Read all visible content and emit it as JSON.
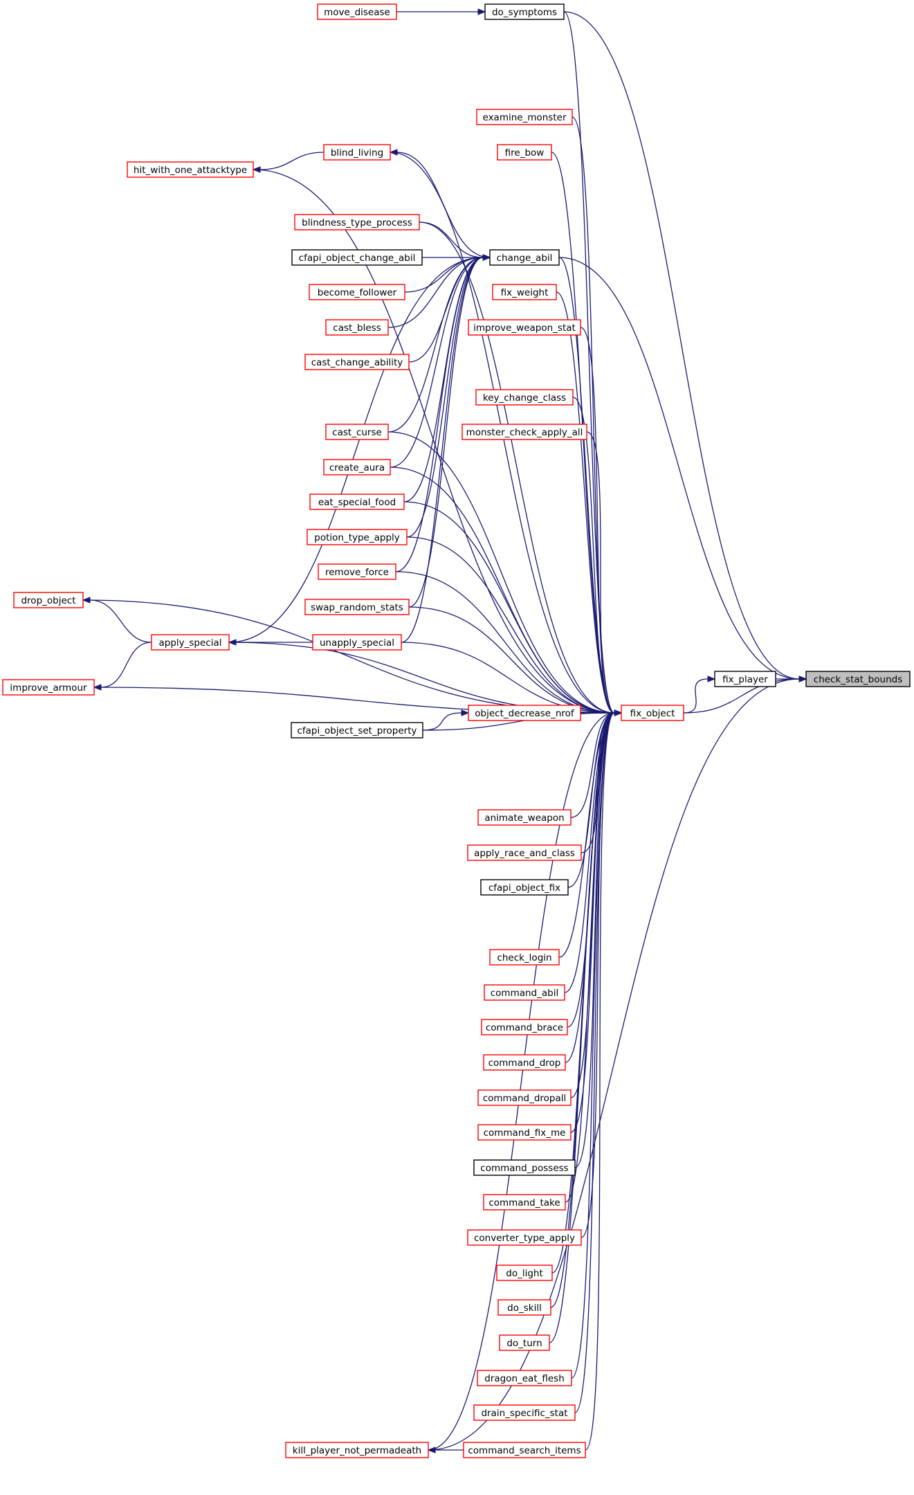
{
  "graph": {
    "nodes": [
      {
        "id": "check_stat_bounds",
        "label": "check_stat_bounds",
        "style": "root"
      },
      {
        "id": "fix_player",
        "label": "fix_player",
        "style": "black"
      },
      {
        "id": "fix_object",
        "label": "fix_object",
        "style": "red"
      },
      {
        "id": "do_symptoms",
        "label": "do_symptoms",
        "style": "black"
      },
      {
        "id": "move_disease",
        "label": "move_disease",
        "style": "red"
      },
      {
        "id": "change_abil",
        "label": "change_abil",
        "style": "black"
      },
      {
        "id": "object_decrease_nrof",
        "label": "object_decrease_nrof",
        "style": "red"
      },
      {
        "id": "command_search_items",
        "label": "command_search_items",
        "style": "red"
      },
      {
        "id": "kill_player_not_permadeath",
        "label": "kill_player_not_permadeath",
        "style": "red"
      },
      {
        "id": "drop_object",
        "label": "drop_object",
        "style": "red"
      },
      {
        "id": "blind_living",
        "label": "blind_living",
        "style": "red"
      },
      {
        "id": "hit_with_one_attacktype",
        "label": "hit_with_one_attacktype",
        "style": "red"
      },
      {
        "id": "examine_monster",
        "label": "examine_monster",
        "style": "red"
      },
      {
        "id": "fire_bow",
        "label": "fire_bow",
        "style": "red"
      },
      {
        "id": "blindness_type_process",
        "label": "blindness_type_process",
        "style": "red"
      },
      {
        "id": "cfapi_object_change_abil",
        "label": "cfapi_object_change_abil",
        "style": "black"
      },
      {
        "id": "become_follower",
        "label": "become_follower",
        "style": "red"
      },
      {
        "id": "fix_weight",
        "label": "fix_weight",
        "style": "red"
      },
      {
        "id": "cast_bless",
        "label": "cast_bless",
        "style": "red"
      },
      {
        "id": "improve_weapon_stat",
        "label": "improve_weapon_stat",
        "style": "red"
      },
      {
        "id": "cast_change_ability",
        "label": "cast_change_ability",
        "style": "red"
      },
      {
        "id": "key_change_class",
        "label": "key_change_class",
        "style": "red"
      },
      {
        "id": "cast_curse",
        "label": "cast_curse",
        "style": "red"
      },
      {
        "id": "monster_check_apply_all",
        "label": "monster_check_apply_all",
        "style": "red"
      },
      {
        "id": "create_aura",
        "label": "create_aura",
        "style": "red"
      },
      {
        "id": "eat_special_food",
        "label": "eat_special_food",
        "style": "red"
      },
      {
        "id": "potion_type_apply",
        "label": "potion_type_apply",
        "style": "red"
      },
      {
        "id": "remove_force",
        "label": "remove_force",
        "style": "red"
      },
      {
        "id": "swap_random_stats",
        "label": "swap_random_stats",
        "style": "red"
      },
      {
        "id": "apply_special",
        "label": "apply_special",
        "style": "red"
      },
      {
        "id": "unapply_special",
        "label": "unapply_special",
        "style": "red"
      },
      {
        "id": "improve_armour",
        "label": "improve_armour",
        "style": "red"
      },
      {
        "id": "cfapi_object_set_property",
        "label": "cfapi_object_set_property",
        "style": "black"
      },
      {
        "id": "animate_weapon",
        "label": "animate_weapon",
        "style": "red"
      },
      {
        "id": "apply_race_and_class",
        "label": "apply_race_and_class",
        "style": "red"
      },
      {
        "id": "cfapi_object_fix",
        "label": "cfapi_object_fix",
        "style": "black"
      },
      {
        "id": "check_login",
        "label": "check_login",
        "style": "red"
      },
      {
        "id": "command_abil",
        "label": "command_abil",
        "style": "red"
      },
      {
        "id": "command_brace",
        "label": "command_brace",
        "style": "red"
      },
      {
        "id": "command_drop",
        "label": "command_drop",
        "style": "red"
      },
      {
        "id": "command_dropall",
        "label": "command_dropall",
        "style": "red"
      },
      {
        "id": "command_fix_me",
        "label": "command_fix_me",
        "style": "red"
      },
      {
        "id": "command_possess",
        "label": "command_possess",
        "style": "black"
      },
      {
        "id": "command_take",
        "label": "command_take",
        "style": "red"
      },
      {
        "id": "converter_type_apply",
        "label": "converter_type_apply",
        "style": "red"
      },
      {
        "id": "do_light",
        "label": "do_light",
        "style": "red"
      },
      {
        "id": "do_skill",
        "label": "do_skill",
        "style": "red"
      },
      {
        "id": "do_turn",
        "label": "do_turn",
        "style": "red"
      },
      {
        "id": "dragon_eat_flesh",
        "label": "dragon_eat_flesh",
        "style": "red"
      },
      {
        "id": "drain_specific_stat",
        "label": "drain_specific_stat",
        "style": "red"
      }
    ],
    "edges": [
      {
        "from": "fix_player",
        "to": "check_stat_bounds"
      },
      {
        "from": "fix_object",
        "to": "check_stat_bounds"
      },
      {
        "from": "do_symptoms",
        "to": "check_stat_bounds"
      },
      {
        "from": "change_abil",
        "to": "check_stat_bounds"
      },
      {
        "from": "kill_player_not_permadeath",
        "to": "check_stat_bounds"
      },
      {
        "from": "fix_object",
        "to": "fix_player"
      },
      {
        "from": "move_disease",
        "to": "do_symptoms"
      },
      {
        "from": "blind_living",
        "to": "hit_with_one_attacktype"
      },
      {
        "from": "change_abil",
        "to": "blind_living"
      },
      {
        "from": "blindness_type_process",
        "to": "change_abil"
      },
      {
        "from": "cfapi_object_change_abil",
        "to": "change_abil"
      },
      {
        "from": "become_follower",
        "to": "change_abil"
      },
      {
        "from": "cast_bless",
        "to": "change_abil"
      },
      {
        "from": "cast_change_ability",
        "to": "change_abil"
      },
      {
        "from": "cast_curse",
        "to": "change_abil"
      },
      {
        "from": "create_aura",
        "to": "change_abil"
      },
      {
        "from": "eat_special_food",
        "to": "change_abil"
      },
      {
        "from": "potion_type_apply",
        "to": "change_abil"
      },
      {
        "from": "remove_force",
        "to": "change_abil"
      },
      {
        "from": "swap_random_stats",
        "to": "change_abil"
      },
      {
        "from": "unapply_special",
        "to": "change_abil"
      },
      {
        "from": "apply_special",
        "to": "change_abil"
      },
      {
        "from": "unapply_special",
        "to": "apply_special"
      },
      {
        "from": "apply_special",
        "to": "drop_object"
      },
      {
        "from": "apply_special",
        "to": "improve_armour"
      },
      {
        "from": "object_decrease_nrof",
        "to": "fix_object"
      },
      {
        "from": "cfapi_object_set_property",
        "to": "object_decrease_nrof"
      },
      {
        "from": "command_search_items",
        "to": "kill_player_not_permadeath"
      },
      {
        "from": "do_symptoms",
        "to": "fix_object"
      },
      {
        "from": "drop_object",
        "to": "fix_object"
      },
      {
        "from": "blind_living",
        "to": "fix_object"
      },
      {
        "from": "examine_monster",
        "to": "fix_object"
      },
      {
        "from": "fire_bow",
        "to": "fix_object"
      },
      {
        "from": "hit_with_one_attacktype",
        "to": "fix_object"
      },
      {
        "from": "blindness_type_process",
        "to": "fix_object"
      },
      {
        "from": "change_abil",
        "to": "fix_object"
      },
      {
        "from": "fix_weight",
        "to": "fix_object"
      },
      {
        "from": "improve_weapon_stat",
        "to": "fix_object"
      },
      {
        "from": "cast_curse",
        "to": "fix_object"
      },
      {
        "from": "key_change_class",
        "to": "fix_object"
      },
      {
        "from": "monster_check_apply_all",
        "to": "fix_object"
      },
      {
        "from": "create_aura",
        "to": "fix_object"
      },
      {
        "from": "eat_special_food",
        "to": "fix_object"
      },
      {
        "from": "potion_type_apply",
        "to": "fix_object"
      },
      {
        "from": "remove_force",
        "to": "fix_object"
      },
      {
        "from": "swap_random_stats",
        "to": "fix_object"
      },
      {
        "from": "unapply_special",
        "to": "fix_object"
      },
      {
        "from": "apply_special",
        "to": "fix_object"
      },
      {
        "from": "cfapi_object_set_property",
        "to": "fix_object"
      },
      {
        "from": "improve_armour",
        "to": "fix_object"
      },
      {
        "from": "animate_weapon",
        "to": "fix_object"
      },
      {
        "from": "apply_race_and_class",
        "to": "fix_object"
      },
      {
        "from": "cfapi_object_fix",
        "to": "fix_object"
      },
      {
        "from": "kill_player_not_permadeath",
        "to": "fix_object"
      },
      {
        "from": "check_login",
        "to": "fix_object"
      },
      {
        "from": "command_abil",
        "to": "fix_object"
      },
      {
        "from": "command_brace",
        "to": "fix_object"
      },
      {
        "from": "command_drop",
        "to": "fix_object"
      },
      {
        "from": "command_dropall",
        "to": "fix_object"
      },
      {
        "from": "command_fix_me",
        "to": "fix_object"
      },
      {
        "from": "command_possess",
        "to": "fix_object"
      },
      {
        "from": "command_take",
        "to": "fix_object"
      },
      {
        "from": "converter_type_apply",
        "to": "fix_object"
      },
      {
        "from": "do_light",
        "to": "fix_object"
      },
      {
        "from": "do_skill",
        "to": "fix_object"
      },
      {
        "from": "do_turn",
        "to": "fix_object"
      },
      {
        "from": "dragon_eat_flesh",
        "to": "fix_object"
      },
      {
        "from": "drain_specific_stat",
        "to": "fix_object"
      },
      {
        "from": "command_search_items",
        "to": "fix_object"
      }
    ]
  },
  "colors": {
    "edge": "#191970",
    "node_red_border": "#ff0000",
    "node_black_border": "#000000",
    "root_fill": "#bfbfbf",
    "background": "#ffffff"
  }
}
